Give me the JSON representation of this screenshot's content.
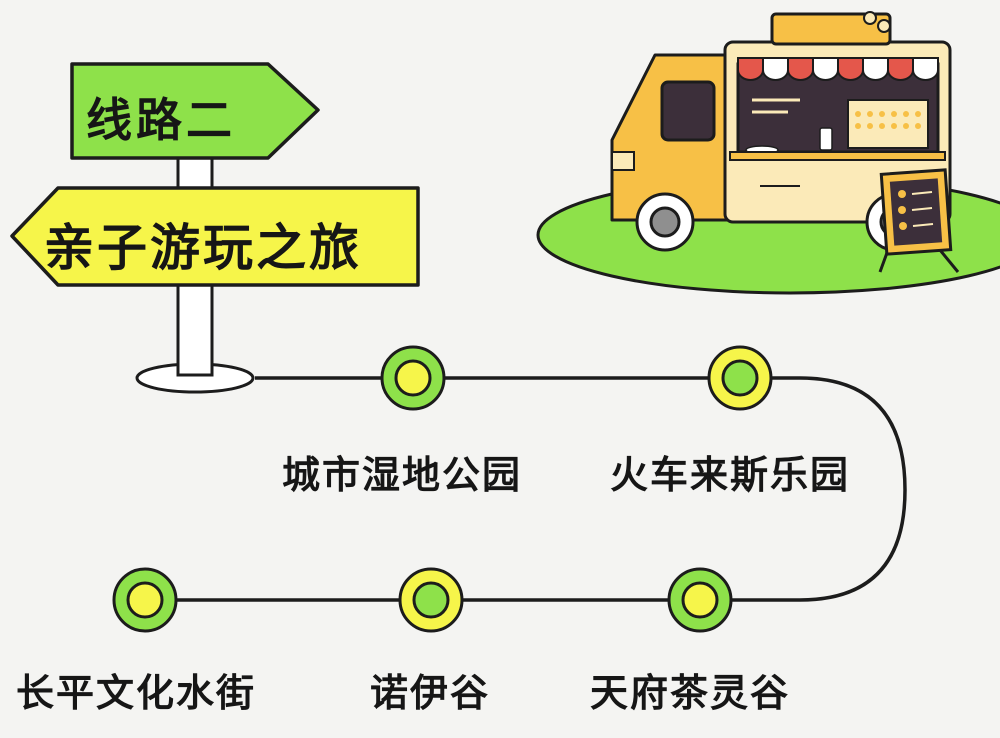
{
  "signpost": {
    "route_label": "线路二",
    "theme_label": "亲子游玩之旅"
  },
  "stops": [
    {
      "name": "城市湿地公园"
    },
    {
      "name": "火车来斯乐园"
    },
    {
      "name": "长平文化水街"
    },
    {
      "name": "诺伊谷"
    },
    {
      "name": "天府茶灵谷"
    }
  ],
  "colors": {
    "green": "#8ee14a",
    "yellow": "#f6f54a",
    "ink": "#1c1c1c",
    "truck": "#f7c046",
    "truck_body": "#fbeab8",
    "awning_red": "#e4574b",
    "background": "#f4f4f2"
  },
  "icons": [
    "signpost-icon",
    "food-truck-icon",
    "menu-board-icon"
  ]
}
